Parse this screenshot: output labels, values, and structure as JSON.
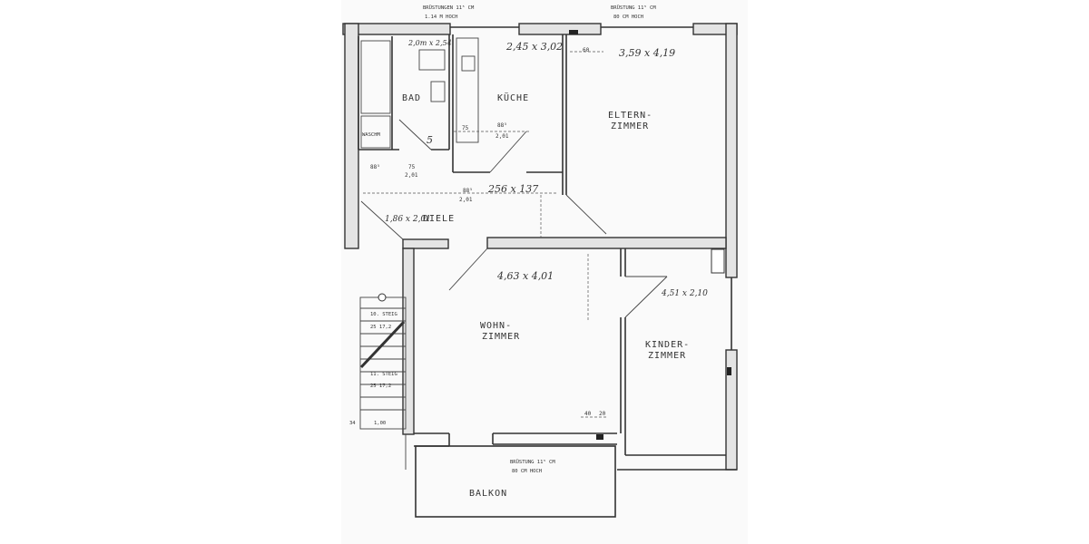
{
  "notes": {
    "top_left_line1": "BRÜSTUNGEN 11⁵ CM",
    "top_left_line2": "1.14 M HOCH",
    "top_right_line1": "BRÜSTUNG 11⁵ CM",
    "top_right_line2": "80 CM HOCH",
    "balcony_line1": "BRÜSTUNG 11⁵ CM",
    "balcony_line2": "80 CM HOCH"
  },
  "rooms": {
    "bad": {
      "label": "BAD",
      "size": "2,0m x 2,54"
    },
    "kueche": {
      "label": "KÜCHE",
      "size": "2,45 x 3,02"
    },
    "eltern": {
      "label1": "ELTERN-",
      "label2": "ZIMMER",
      "size": "3,59 x 4,19"
    },
    "diele": {
      "label": "DIELE",
      "size": "1,86 x 2,01",
      "size2": "256 x 137"
    },
    "wohn": {
      "label1": "WOHN-",
      "label2": "ZIMMER",
      "size": "4,63 x 4,01"
    },
    "kinder": {
      "label1": "KINDER-",
      "label2": "ZIMMER",
      "size": "4,51 x 2,10"
    },
    "balkon": {
      "label": "BALKON"
    },
    "waschm": {
      "label": "WASCHM"
    }
  },
  "stairs": {
    "upper_label": "10. STEIG",
    "upper_dims": "25  17,2",
    "lower_label": "11. STEIG",
    "lower_dims": "25  17,2",
    "width_a": "34",
    "width_b": "1,00"
  },
  "dimensions": {
    "d_885": "88⁵",
    "d_201": "2,01",
    "d_75": "75",
    "d_60": "60",
    "d_40": "40",
    "d_20": "20",
    "d_5": "5"
  }
}
